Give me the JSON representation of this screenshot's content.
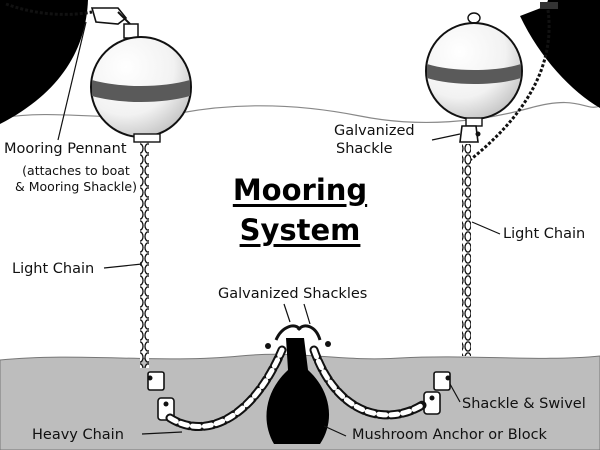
{
  "title": {
    "line1": "Mooring",
    "line2": "System"
  },
  "labels": {
    "mooring_pennant": "Mooring Pennant",
    "pennant_note_1": "(attaches to boat",
    "pennant_note_2": "& Mooring Shackle)",
    "galvanized_shackle_1": "Galvanized",
    "galvanized_shackle_2": "Shackle",
    "light_chain_left": "Light Chain",
    "light_chain_right": "Light Chain",
    "galvanized_shackles": "Galvanized Shackles",
    "shackle_swivel": "Shackle & Swivel",
    "heavy_chain": "Heavy Chain",
    "anchor": "Mushroom Anchor or Block"
  },
  "colors": {
    "seabed": "#bdbdbd",
    "ink": "#111111",
    "buoy_band": "#5a5a5a",
    "hull": "#000000"
  }
}
